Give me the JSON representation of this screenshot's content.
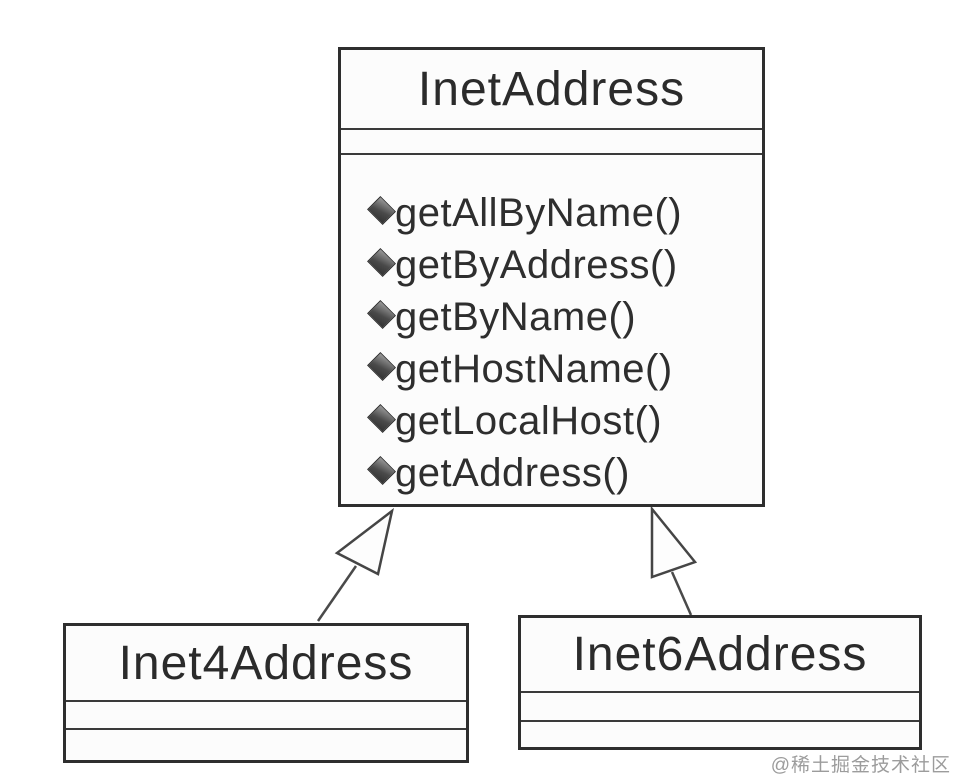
{
  "diagram": {
    "type": "uml-class-diagram",
    "classes": [
      {
        "name": "InetAddress",
        "role": "superclass",
        "attributes": [],
        "methods": [
          "getAllByName()",
          "getByAddress()",
          "getByName()",
          "getHostName()",
          "getLocalHost()",
          "getAddress()"
        ]
      },
      {
        "name": "Inet4Address",
        "role": "subclass",
        "attributes": [],
        "methods": []
      },
      {
        "name": "Inet6Address",
        "role": "subclass",
        "attributes": [],
        "methods": []
      }
    ],
    "relations": [
      {
        "from": "Inet4Address",
        "to": "InetAddress",
        "type": "generalization"
      },
      {
        "from": "Inet6Address",
        "to": "InetAddress",
        "type": "generalization"
      }
    ]
  },
  "watermark": "@稀土掘金技术社区",
  "colors": {
    "border": "#2e2e2e",
    "text": "#2e2e2e",
    "diamond": "#4a4a4a",
    "connector": "#4a4a4a",
    "background": "#ffffff",
    "watermark": "#9c9c9c"
  }
}
